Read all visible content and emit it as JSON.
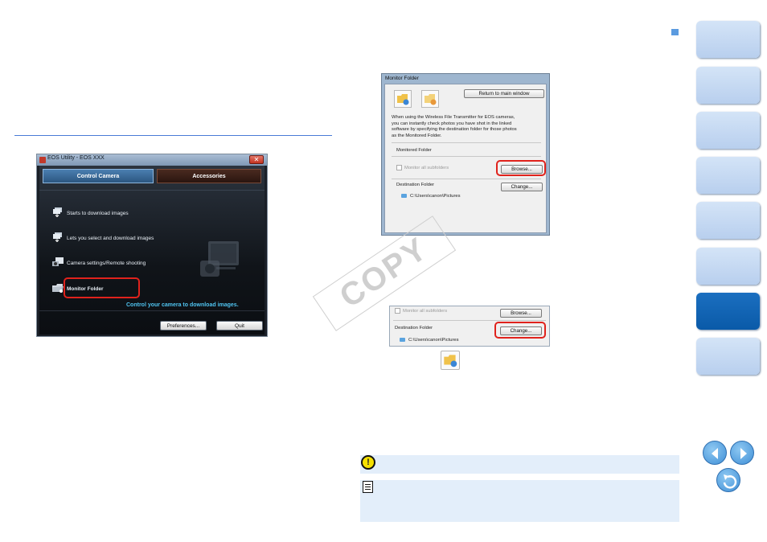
{
  "eos_window": {
    "title": "EOS Utility - EOS XXX",
    "close_glyph": "✕",
    "tabs": [
      "Control Camera",
      "Accessories"
    ],
    "options": [
      "Starts to download images",
      "Lets you select and download images",
      "Camera settings/Remote shooting",
      "Monitor Folder"
    ],
    "tagline": "Control your camera to download images.",
    "buttons": [
      "Preferences...",
      "Quit"
    ]
  },
  "monitor_window": {
    "title": "Monitor Folder",
    "return_button": "Return to main window",
    "description": [
      "When using the Wireless File Transmitter for EOS cameras,",
      "you can instantly check photos you have shot in the linked",
      "software by specifying the destination folder for those photos",
      "as the Monitored Folder."
    ],
    "monitored_label": "Monitored Folder",
    "subfolders_label": "Monitor all subfolders",
    "browse_button": "Browse...",
    "destination_label": "Destination Folder",
    "change_button": "Change...",
    "path": "C:\\Users\\canon\\Pictures"
  },
  "crop_window": {
    "subfolders_label": "Monitor all subfolders",
    "browse_button": "Browse...",
    "destination_label": "Destination Folder",
    "change_button": "Change...",
    "path": "C:\\Users\\canon\\Pictures"
  },
  "watermark": "COPY",
  "colors": {
    "highlight_red": "#e0221c",
    "nav_tab": "#c6d9f2",
    "nav_tab_active": "#0a5aa8",
    "note_bg": "#e3eefa",
    "rule_blue": "#4a7bd6"
  },
  "icons": [
    "warning-icon",
    "memo-icon",
    "prev-page-icon",
    "next-page-icon",
    "return-icon",
    "folder-settings-icon"
  ]
}
